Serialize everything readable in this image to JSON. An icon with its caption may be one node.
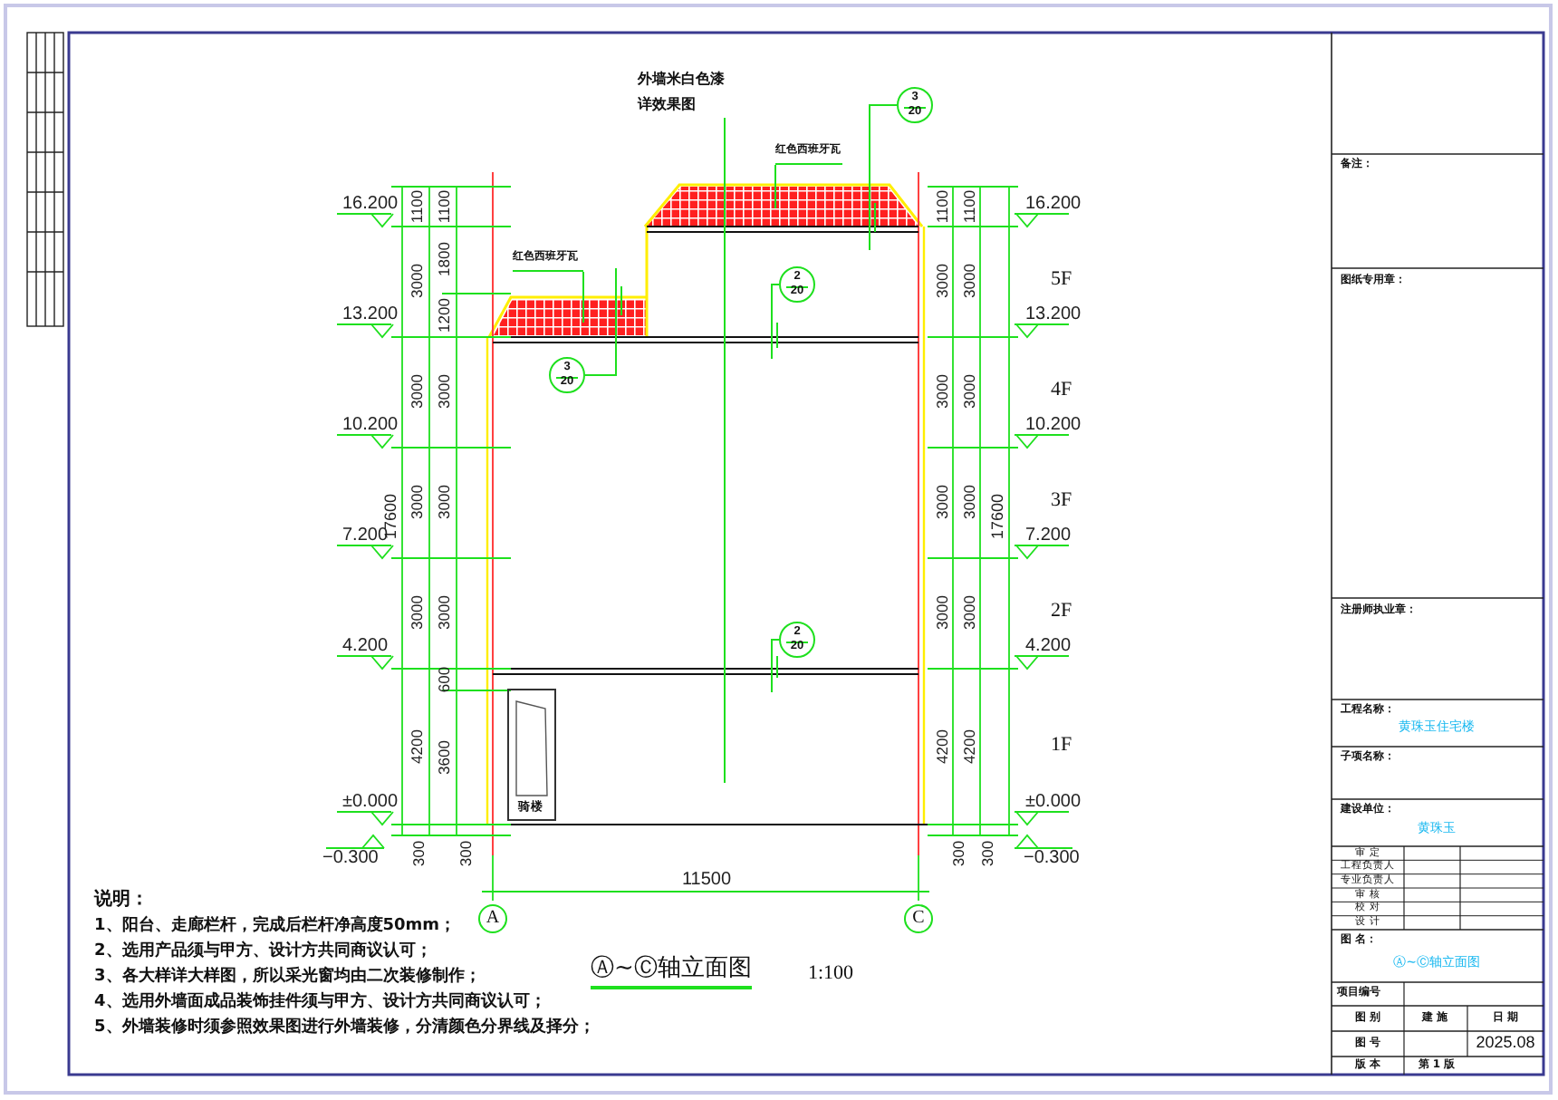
{
  "diagram": {
    "nodes": [
      {
        "text": [
          "外墙米白色漆详效果图"
        ]
      },
      {
        "text": [
          "红色西班牙瓦"
        ]
      },
      {
        "text": [
          "红色西班牙瓦"
        ]
      },
      {
        "text": [
          "3",
          "20"
        ]
      },
      {
        "text": [
          "2",
          "20"
        ]
      },
      {
        "text": [
          "3",
          "20"
        ]
      },
      {
        "text": [
          "2",
          "20"
        ]
      },
      {
        "text": [
          "骑楼"
        ]
      },
      {
        "text": [
          "A"
        ]
      },
      {
        "text": [
          "C"
        ]
      }
    ],
    "edges": [
      {
        "from": 0,
        "to": null,
        "arrow": "none"
      },
      {
        "from": 1,
        "to": null,
        "arrow": "none"
      },
      {
        "from": 2,
        "to": null,
        "arrow": "none"
      },
      {
        "from": 3,
        "to": null,
        "arrow": "none"
      },
      {
        "from": 4,
        "to": null,
        "arrow": "none"
      },
      {
        "from": 5,
        "to": null,
        "arrow": "none"
      },
      {
        "from": 6,
        "to": null,
        "arrow": "none"
      }
    ],
    "labels": [
      "16.200",
      "13.200",
      "10.200",
      "7.200",
      "4.200",
      "±0.000",
      "−0.300",
      "17600",
      "1100",
      "3000",
      "3000",
      "3000",
      "3000",
      "4200",
      "1100",
      "1800",
      "1200",
      "3000",
      "3000",
      "3000",
      "600",
      "3600",
      "300",
      "300",
      "1100",
      "3000",
      "3000",
      "3000",
      "3000",
      "4200",
      "1100",
      "3000",
      "3000",
      "3000",
      "3000",
      "4200",
      "17600",
      "300",
      "300",
      "16.200",
      "13.200",
      "10.200",
      "7.200",
      "4.200",
      "±0.000",
      "−0.300",
      "5F",
      "4F",
      "3F",
      "2F",
      "1F",
      "11500",
      "说明：",
      "1、阳台、走廊栏杆，完成后栏杆净高度50mm；",
      "2、选用产品须与甲方、设计方共同商议认可；",
      "3、各大样详大样图，所以采光窗均由二次装修制作；",
      "4、选用外墙面成品装饰挂件须与甲方、设计方共同商议认可；",
      "5、外墙装修时须参照效果图进行外墙装修，分清颜色分界线及择分；",
      "Ⓐ~Ⓒ轴立面图",
      "1:100",
      "备注：",
      "图纸专用章：",
      "注册师执业章：",
      "工程名称：",
      "黄珠玉住宅楼",
      "子项名称：",
      "建设单位：",
      "黄珠玉",
      "审 定",
      "工程负责人",
      "专业负责人",
      "审 核",
      "校 对",
      "设 计",
      "图 名：",
      "Ⓐ~Ⓒ轴立面图",
      "项目编号",
      "图 别",
      "建 施",
      "日 期",
      "图 号",
      "2025.08",
      "版 本",
      "第 1 版"
    ]
  }
}
